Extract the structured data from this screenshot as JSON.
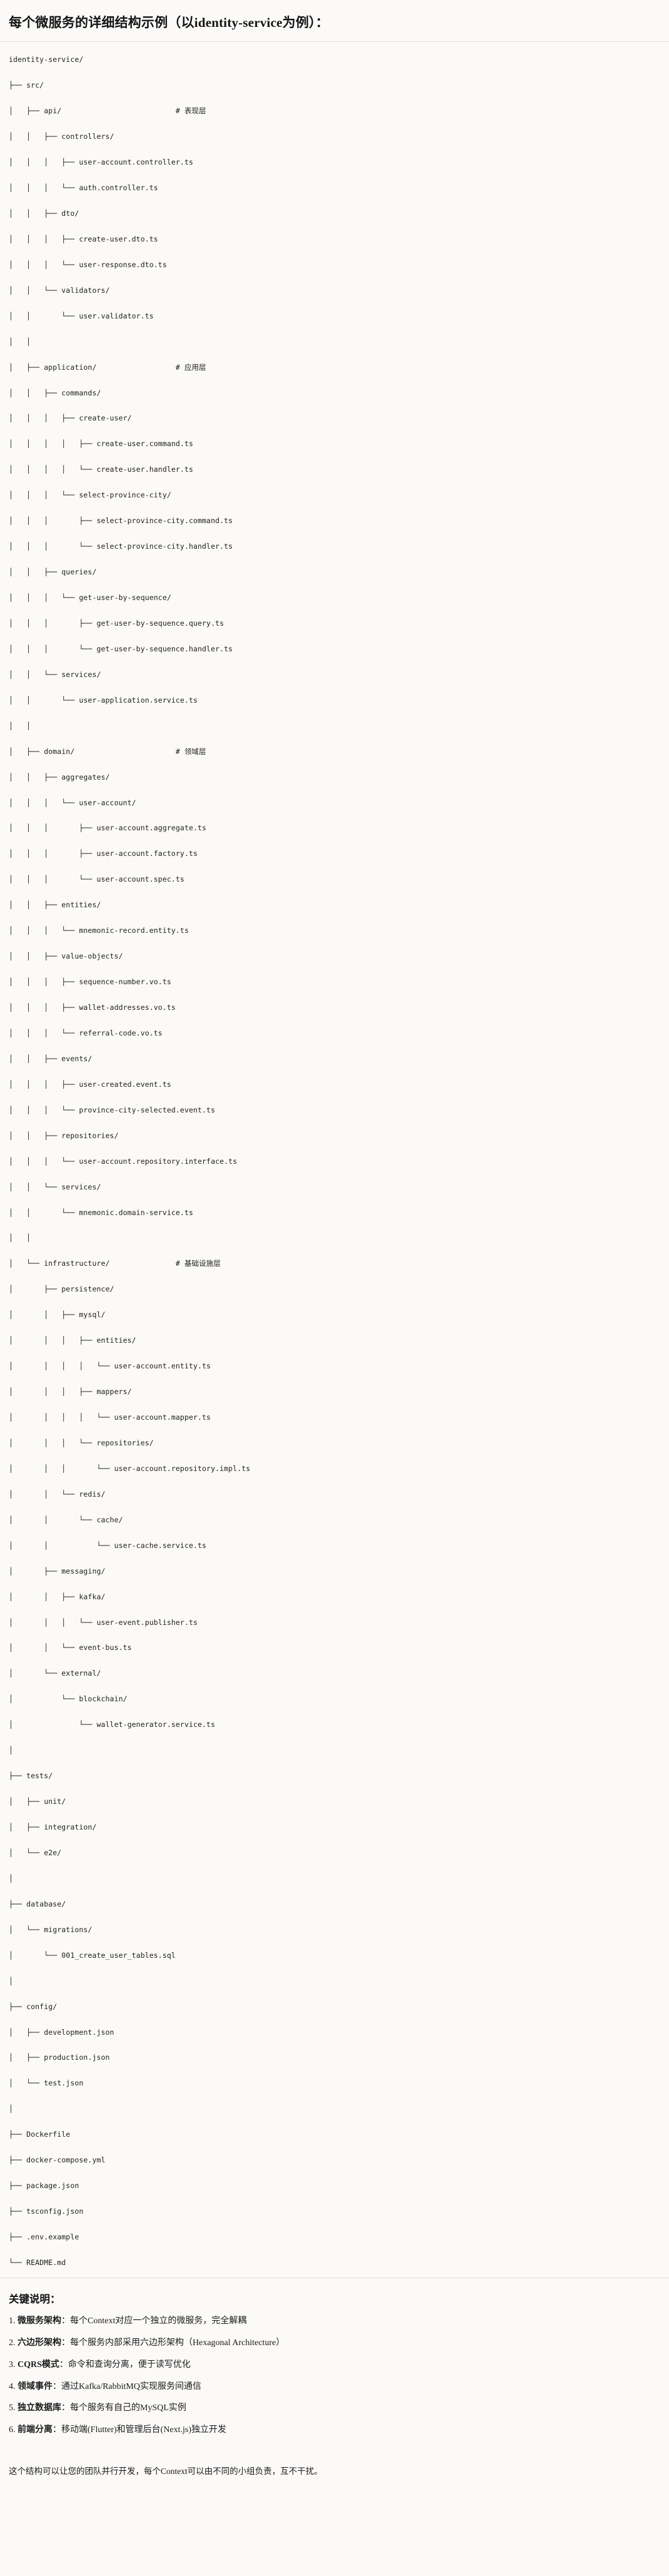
{
  "header": {
    "title": "每个微服务的详细结构示例（以identity-service为例）："
  },
  "tree": {
    "root": "identity-service/",
    "lines": [
      "identity-service/",
      "├── src/",
      "│   ├── api/                          # 表现层",
      "│   │   ├── controllers/",
      "│   │   │   ├── user-account.controller.ts",
      "│   │   │   └── auth.controller.ts",
      "│   │   ├── dto/",
      "│   │   │   ├── create-user.dto.ts",
      "│   │   │   └── user-response.dto.ts",
      "│   │   └── validators/",
      "│   │       └── user.validator.ts",
      "│   │",
      "│   ├── application/                  # 应用层",
      "│   │   ├── commands/",
      "│   │   │   ├── create-user/",
      "│   │   │   │   ├── create-user.command.ts",
      "│   │   │   │   └── create-user.handler.ts",
      "│   │   │   └── select-province-city/",
      "│   │   │       ├── select-province-city.command.ts",
      "│   │   │       └── select-province-city.handler.ts",
      "│   │   ├── queries/",
      "│   │   │   └── get-user-by-sequence/",
      "│   │   │       ├── get-user-by-sequence.query.ts",
      "│   │   │       └── get-user-by-sequence.handler.ts",
      "│   │   └── services/",
      "│   │       └── user-application.service.ts",
      "│   │",
      "│   ├── domain/                       # 领域层",
      "│   │   ├── aggregates/",
      "│   │   │   └── user-account/",
      "│   │   │       ├── user-account.aggregate.ts",
      "│   │   │       ├── user-account.factory.ts",
      "│   │   │       └── user-account.spec.ts",
      "│   │   ├── entities/",
      "│   │   │   └── mnemonic-record.entity.ts",
      "│   │   ├── value-objects/",
      "│   │   │   ├── sequence-number.vo.ts",
      "│   │   │   ├── wallet-addresses.vo.ts",
      "│   │   │   └── referral-code.vo.ts",
      "│   │   ├── events/",
      "│   │   │   ├── user-created.event.ts",
      "│   │   │   └── province-city-selected.event.ts",
      "│   │   ├── repositories/",
      "│   │   │   └── user-account.repository.interface.ts",
      "│   │   └── services/",
      "│   │       └── mnemonic.domain-service.ts",
      "│   │",
      "│   └── infrastructure/               # 基础设施层",
      "│       ├── persistence/",
      "│       │   ├── mysql/",
      "│       │   │   ├── entities/",
      "│       │   │   │   └── user-account.entity.ts",
      "│       │   │   ├── mappers/",
      "│       │   │   │   └── user-account.mapper.ts",
      "│       │   │   └── repositories/",
      "│       │   │       └── user-account.repository.impl.ts",
      "│       │   └── redis/",
      "│       │       └── cache/",
      "│       │           └── user-cache.service.ts",
      "│       ├── messaging/",
      "│       │   ├── kafka/",
      "│       │   │   └── user-event.publisher.ts",
      "│       │   └── event-bus.ts",
      "│       └── external/",
      "│           └── blockchain/",
      "│               └── wallet-generator.service.ts",
      "│",
      "├── tests/",
      "│   ├── unit/",
      "│   ├── integration/",
      "│   └── e2e/",
      "│",
      "├── database/",
      "│   └── migrations/",
      "│       └── 001_create_user_tables.sql",
      "│",
      "├── config/",
      "│   ├── development.json",
      "│   ├── production.json",
      "│   └── test.json",
      "│",
      "├── Dockerfile",
      "├── docker-compose.yml",
      "├── package.json",
      "├── tsconfig.json",
      "├── .env.example",
      "└── README.md"
    ],
    "layer_comments": [
      "# 表现层",
      "# 应用层",
      "# 领域层",
      "# 基础设施层"
    ]
  },
  "notes": {
    "title": "关键说明：",
    "items": [
      {
        "term": "微服务架构",
        "desc": "：每个Context对应一个独立的微服务，完全解耦"
      },
      {
        "term": "六边形架构",
        "desc": "：每个服务内部采用六边形架构（Hexagonal Architecture）"
      },
      {
        "term": "CQRS模式",
        "desc": "：命令和查询分离，便于读写优化"
      },
      {
        "term": "领域事件",
        "desc": "：通过Kafka/RabbitMQ实现服务间通信"
      },
      {
        "term": "独立数据库",
        "desc": "：每个服务有自己的MySQL实例"
      },
      {
        "term": "前端分离",
        "desc": "：移动端(Flutter)和管理后台(Next.js)独立开发"
      }
    ],
    "closing": "这个结构可以让您的团队并行开发，每个Context可以由不同的小组负责，互不干扰。"
  },
  "colors": {
    "page_bg": "#fbfaf8",
    "text": "#1a1a1a",
    "divider": "#e3e1dd"
  }
}
